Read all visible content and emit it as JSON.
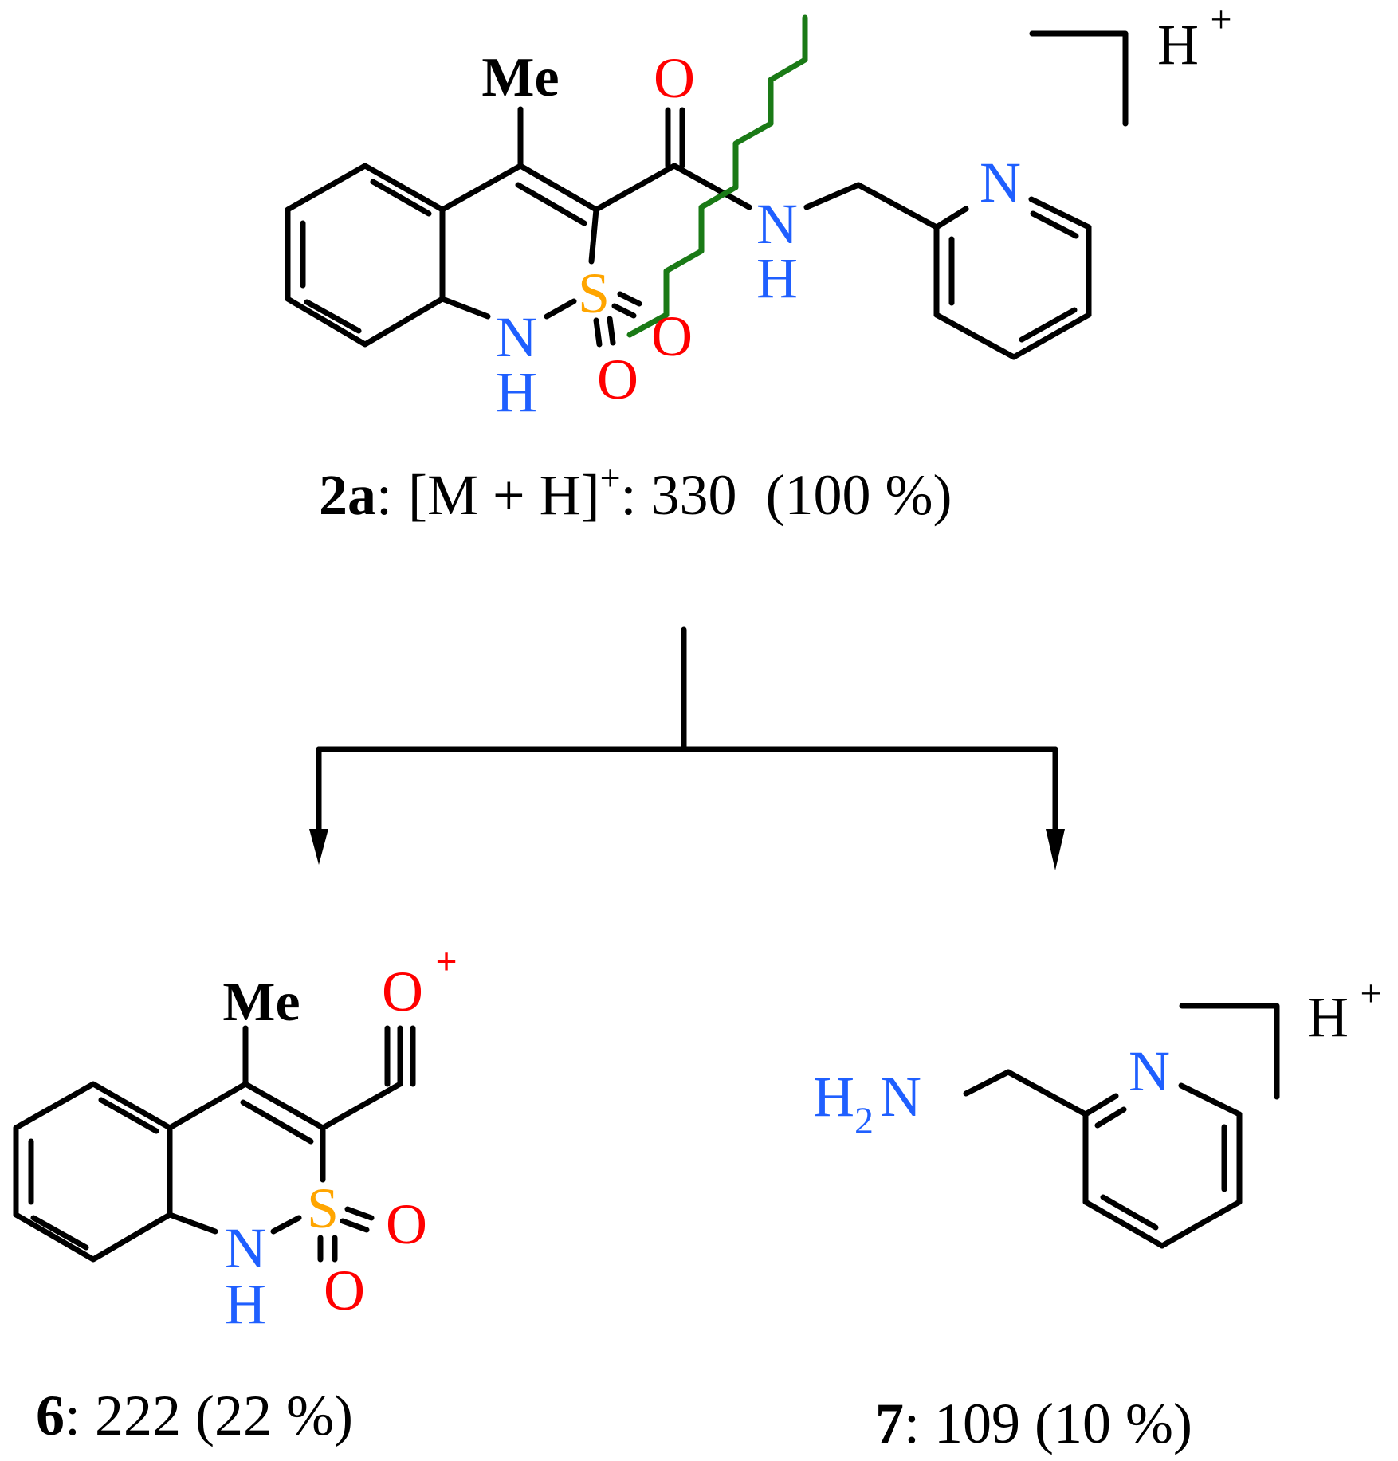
{
  "colors": {
    "oxygen": "#ff0000",
    "nitrogen": "#1f5fff",
    "sulfur": "#ffa500",
    "fragmentation_line": "#1a7a16",
    "bond": "#000000"
  },
  "parent": {
    "methyl": "Me",
    "carbonyl_O": "O",
    "sulfur": "S",
    "sulfonyl_O1": "O",
    "sulfonyl_O2": "O",
    "ring_N": "N",
    "ring_H": "H",
    "amide_N": "N",
    "amide_H": "H",
    "pyridine_N": "N",
    "charge_H": "H",
    "charge_sign": "+",
    "caption": {
      "compound": "2a",
      "colon": ":",
      "ion_open": "[M + H]",
      "ion_charge": "+",
      "mz": ": 330",
      "abundance": "(100 %)"
    }
  },
  "fragment_6": {
    "methyl": "Me",
    "acylium_O": "O",
    "acylium_charge": "+",
    "sulfur": "S",
    "sulfonyl_O1": "O",
    "sulfonyl_O2": "O",
    "ring_N": "N",
    "ring_H": "H",
    "caption": {
      "compound": "6",
      "colon": ":",
      "mz_abundance": "222 (22 %)"
    }
  },
  "fragment_7": {
    "amine_H": "H",
    "amine_subscript": "2",
    "amine_N": "N",
    "pyridine_N": "N",
    "charge_H": "H",
    "charge_sign": "+",
    "caption": {
      "compound": "7",
      "colon": ":",
      "mz_abundance": "109 (10 %)"
    }
  }
}
